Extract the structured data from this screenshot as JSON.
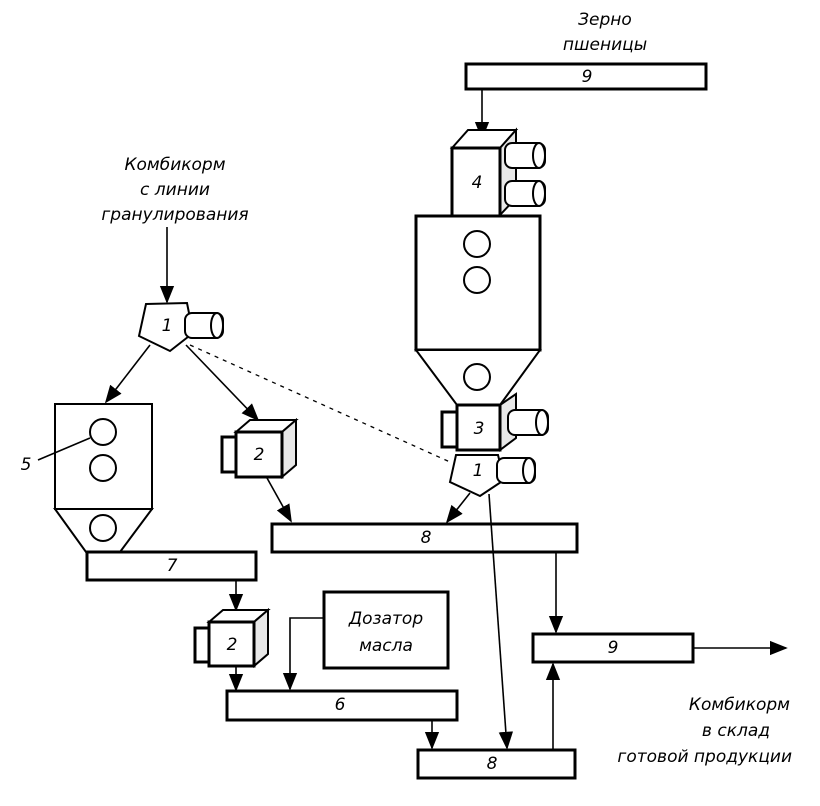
{
  "labels": {
    "wheat_grain": [
      "Зерно",
      "пшеницы"
    ],
    "feed_from_granulation": [
      "Комбикорм",
      "с линии",
      "гранулирования"
    ],
    "oil_doser": [
      "Дозатор",
      "масла"
    ],
    "feed_to_warehouse": [
      "Комбикорм",
      "в склад",
      "готовой продукции"
    ]
  },
  "components": {
    "conveyor_top": "9",
    "unit_4": "4",
    "unit_3": "3",
    "unit_1_right": "1",
    "unit_1_left": "1",
    "bin_5": "5",
    "unit_2_upper": "2",
    "unit_2_lower": "2",
    "conveyor_8_upper": "8",
    "conveyor_7": "7",
    "conveyor_6": "6",
    "conveyor_8_lower": "8",
    "conveyor_9_right": "9"
  },
  "colors": {
    "line": "#000000",
    "side_shade": "#e8e8e8"
  }
}
